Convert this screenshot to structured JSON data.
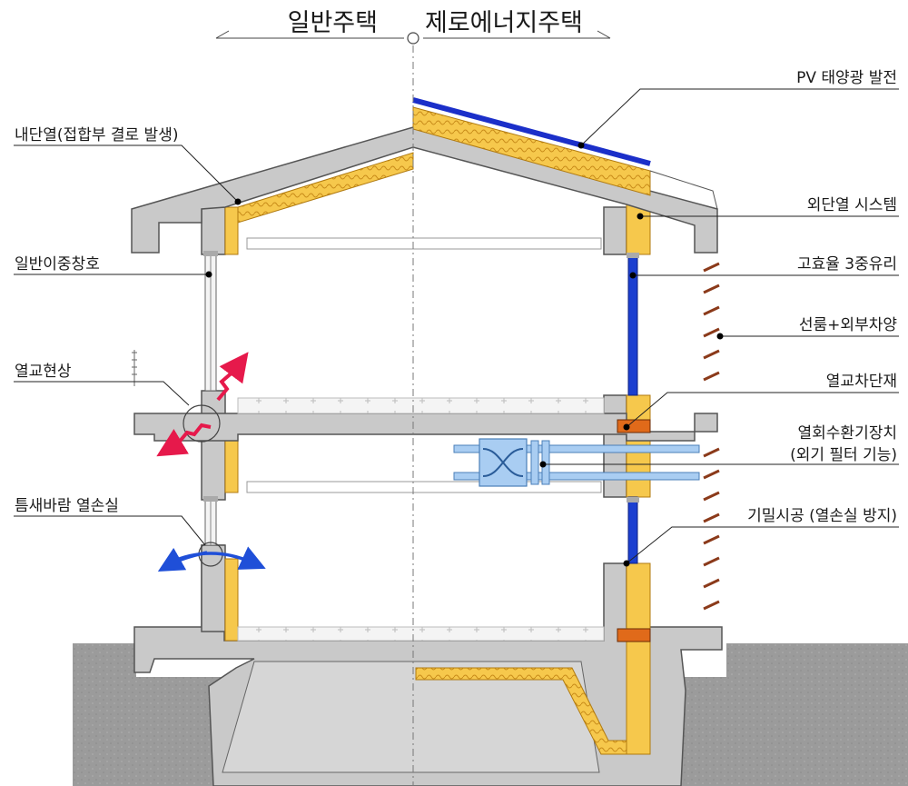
{
  "headers": {
    "left": "일반주택",
    "right": "제로에너지주택"
  },
  "left_labels": {
    "internal_insulation": "내단열(접합부 결로 발생)",
    "double_window": "일반이중창호",
    "thermal_bridge": "열교현상",
    "draft_heat_loss": "틈새바람 열손실"
  },
  "right_labels": {
    "pv": "PV 태양광 발전",
    "external_insulation": "외단열 시스템",
    "triple_glass": "고효율 3중유리",
    "louver_shading": "선룸+외부차양",
    "thermal_break": "열교차단재",
    "hrv_line1": "열회수환기장치",
    "hrv_line2": "(외기 필터 기능)",
    "airtight": "기밀시공 (열손실 방지)"
  },
  "colors": {
    "concrete": "#c9c9c9",
    "ground": "#9b9b9b",
    "insulation": "#f6c84c",
    "pv_panel": "#1b2fc9",
    "triple_glass": "#1b3fd0",
    "thermal_break": "#e06a1a",
    "louver": "#8b3a1a",
    "hrv_unit": "#a9cdf2",
    "heat_arrow": "#e6194b",
    "draft_arrow": "#1f4fd8"
  },
  "icons": [
    "heat-loss-arrow-icon",
    "draft-arrow-icon",
    "heat-exchanger-icon",
    "pv-panel-icon"
  ]
}
